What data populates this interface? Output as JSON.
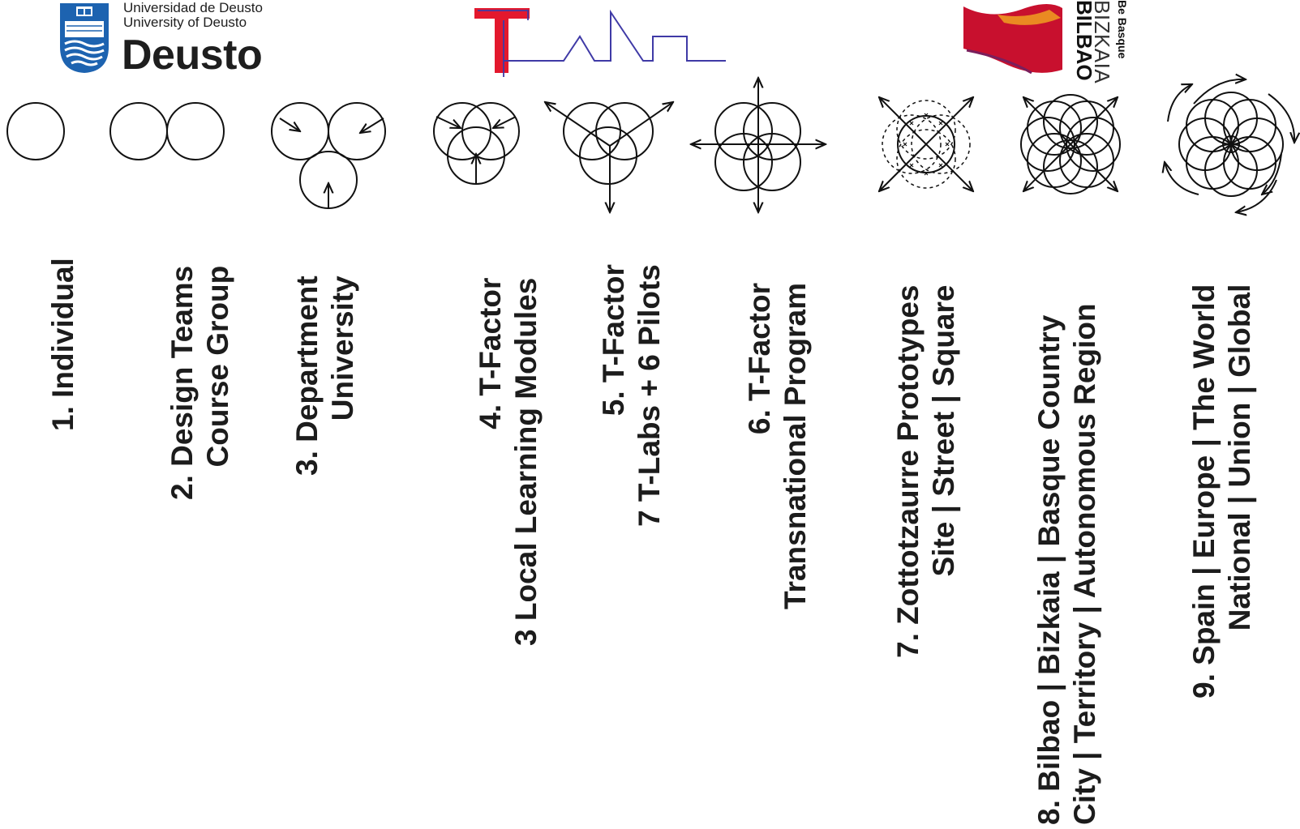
{
  "logos": {
    "deusto": {
      "line1": "Universidad de Deusto",
      "line2": "University of Deusto",
      "name": "Deusto",
      "color": "#1d63b0"
    },
    "tlab": {
      "red": "#e3182d",
      "blue": "#3f3aa6"
    },
    "bilbao": {
      "line1": "BILBAO",
      "line2": "BIZKAIA",
      "tagline": "Be Basque",
      "color": "#c8102e"
    }
  },
  "levels": [
    {
      "lines": [
        "1. Individual"
      ]
    },
    {
      "lines": [
        "2. Design Teams",
        "Course Group"
      ]
    },
    {
      "lines": [
        "3. Department",
        "University"
      ]
    },
    {
      "lines": [
        "4. T-Factor",
        "3 Local Learning Modules"
      ]
    },
    {
      "lines": [
        "5. T-Factor",
        "7 T-Labs + 6 Pilots"
      ]
    },
    {
      "lines": [
        "6. T-Factor",
        "Transnational Program"
      ]
    },
    {
      "lines": [
        "7. Zottotzaurre Prototypes",
        "Site  |  Street | Square"
      ]
    },
    {
      "lines": [
        "8. Bilbao  | Bizkaia | Basque Country",
        "City | Territory | Autonomous Region"
      ]
    },
    {
      "lines": [
        "9. Spain | Europe | The World",
        "National | Union | Global"
      ]
    }
  ]
}
